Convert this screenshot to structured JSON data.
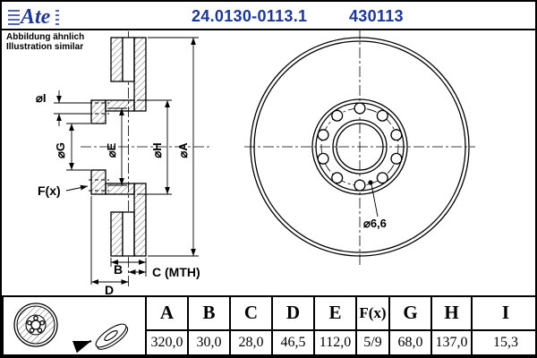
{
  "header": {
    "logo": "Ate",
    "part_number_left": "24.0130-0113.1",
    "part_number_right": "430113",
    "note_de": "Abbildung ähnlich",
    "note_en": "Illustration similar"
  },
  "drawing": {
    "dims": {
      "A": "⌀A",
      "H": "⌀H",
      "E": "⌀E",
      "G": "⌀G",
      "I": "⌀I",
      "F": "F(x)",
      "B": "B",
      "C": "C (MTH)",
      "D": "D",
      "hole": "⌀6,6"
    }
  },
  "table": {
    "headers": [
      "A",
      "B",
      "C",
      "D",
      "E",
      "F(x)",
      "G",
      "H",
      "I"
    ],
    "values": [
      "320,0",
      "30,0",
      "28,0",
      "46,5",
      "112,0",
      "5/9",
      "68,0",
      "137,0",
      "15,3"
    ]
  },
  "colors": {
    "brand_blue": "#1c3794",
    "line_black": "#000000"
  }
}
